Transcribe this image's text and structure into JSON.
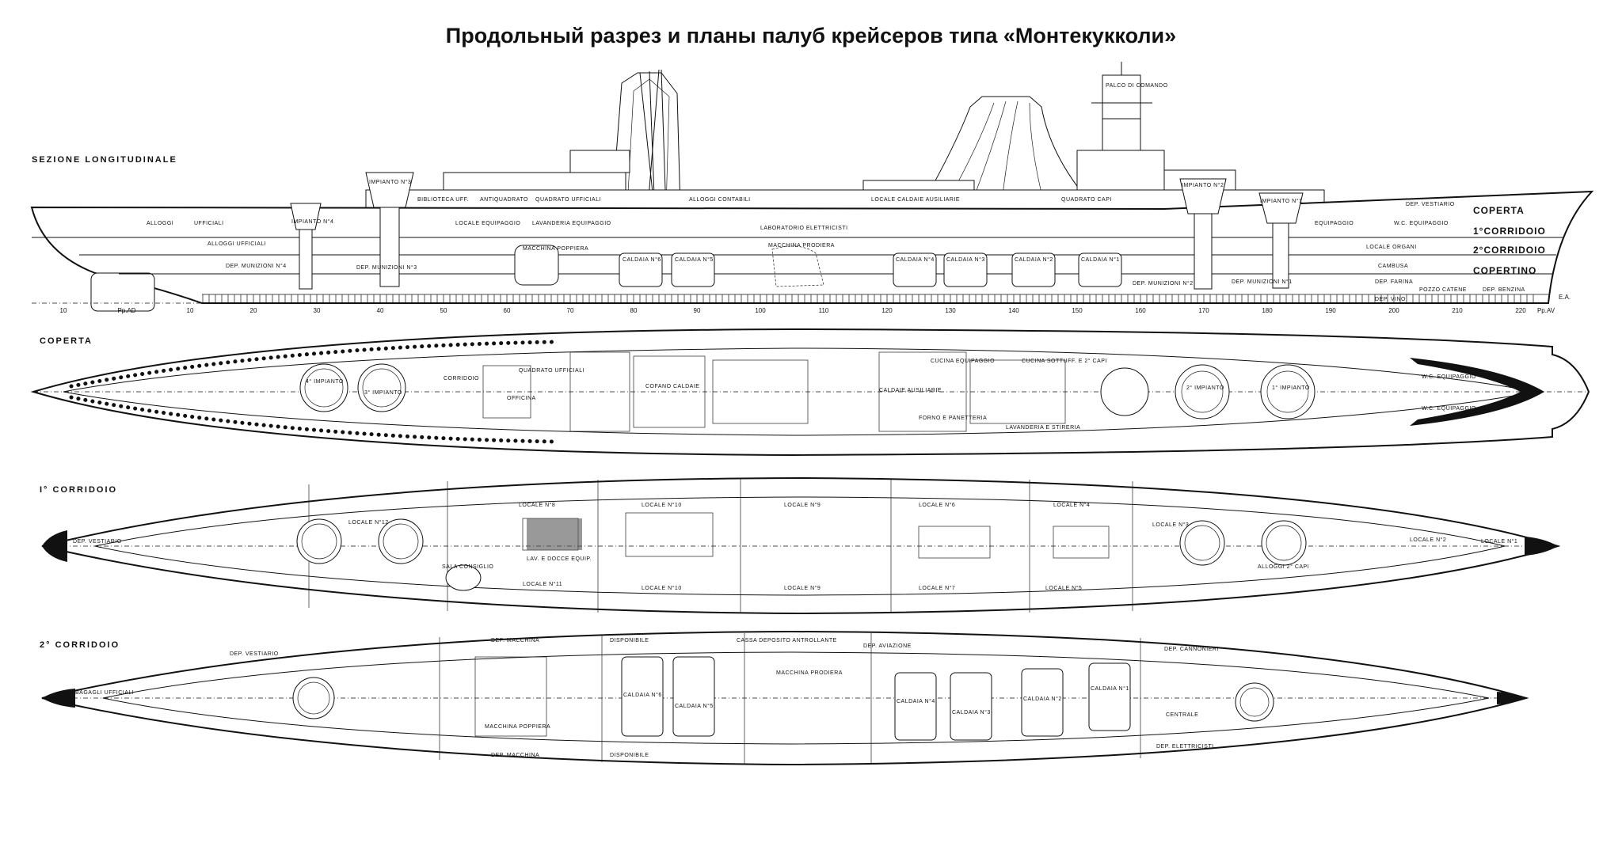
{
  "title": "Продольный разрез и планы палуб крейсеров типа «Монтекукколи»",
  "profile": {
    "label": "SEZIONE LONGITUDINALE",
    "decks": {
      "coperta": "COPERTA",
      "corr1": "1°CORRIDOIO",
      "corr2": "2°CORRIDOIO",
      "copertino": "COPERTINO"
    },
    "compartments": [
      "ALLOGGI",
      "UFFICIALI",
      "ALLOGGI UFFICIALI",
      "IMPIANTO N°4",
      "IMPIANTO N°3",
      "DEP. MUNIZIONI N°4",
      "DEP. MUNIZIONI N°3",
      "LOCALE EQUIPAGGIO",
      "BIBLIOTECA UFF.",
      "ANTIQUADRATO",
      "QUADRATO UFFICIALI",
      "LAVANDERIA EQUIPAGGIO",
      "MACCHINA POPPIERA",
      "CALDAIA N°6",
      "CALDAIA N°5",
      "ALLOGGI CONTABILI",
      "LABORATORIO ELETTRICISTI",
      "MACCHINA PRODIERA",
      "CALDAIA N°4",
      "CALDAIA N°3",
      "CALDAIA N°2",
      "CALDAIA N°1",
      "PALCO DI COMANDO",
      "IMPIANTO N°2",
      "IMPIANTO N°1",
      "DEP. MUNIZIONI N°2",
      "DEP. MUNIZIONI N°1",
      "EQUIPAGGIO",
      "W.C. EQUIPAGGIO",
      "DEP. VESTIARIO",
      "LOCALE ORGANI",
      "CAMBUSA",
      "DEP. FARINA",
      "DEP. VINO",
      "POZZO CATENE",
      "DEP. BENZINA",
      "QUADRATO CAPI",
      "LOCALE CALDAIE AUSILIARIE"
    ],
    "frame_ticks": [
      {
        "frame": -10,
        "label": "10"
      },
      {
        "frame": 0,
        "label": "Pp.AD"
      },
      {
        "frame": 10,
        "label": "10"
      },
      {
        "frame": 20,
        "label": "20"
      },
      {
        "frame": 30,
        "label": "30"
      },
      {
        "frame": 40,
        "label": "40"
      },
      {
        "frame": 50,
        "label": "50"
      },
      {
        "frame": 60,
        "label": "60"
      },
      {
        "frame": 70,
        "label": "70"
      },
      {
        "frame": 80,
        "label": "80"
      },
      {
        "frame": 90,
        "label": "90"
      },
      {
        "frame": 100,
        "label": "100"
      },
      {
        "frame": 110,
        "label": "110"
      },
      {
        "frame": 120,
        "label": "120"
      },
      {
        "frame": 130,
        "label": "130"
      },
      {
        "frame": 140,
        "label": "140"
      },
      {
        "frame": 150,
        "label": "150"
      },
      {
        "frame": 160,
        "label": "160"
      },
      {
        "frame": 170,
        "label": "170"
      },
      {
        "frame": 180,
        "label": "180"
      },
      {
        "frame": 190,
        "label": "190"
      },
      {
        "frame": 200,
        "label": "200"
      },
      {
        "frame": 210,
        "label": "210"
      },
      {
        "frame": 220,
        "label": "220"
      },
      {
        "frame": 224,
        "label": "Pp.AV"
      }
    ],
    "ea": "E.A."
  },
  "coperta": {
    "label": "COPERTA",
    "compartments": [
      "4° IMPIANTO",
      "3° IMPIANTO",
      "CORRIDOIO",
      "OFFICINA",
      "QUADRATO UFFICIALI",
      "COFANO CALDAIE",
      "CALDAIE AUSILIARIE",
      "CUCINA EQUIPAGGIO",
      "CUCINA SOTTUFF. E 2° CAPI",
      "FORNO E PANETTERIA",
      "LAVANDERIA E STIRERIA",
      "2° IMPIANTO",
      "1° IMPIANTO",
      "W.C. EQUIPAGGIO",
      "W.C. EQUIPAGGIO"
    ]
  },
  "corridoio1": {
    "label": "I° CORRIDOIO",
    "compartments": [
      "LOCALE N°12",
      "LOCALE N°11",
      "LOCALE N°10",
      "LOCALE N°10",
      "LOCALE N°9",
      "LOCALE N°9",
      "LOCALE N°8",
      "LOCALE N°7",
      "LOCALE N°6",
      "LOCALE N°5",
      "LOCALE N°4",
      "LOCALE N°3",
      "LOCALE N°2",
      "LOCALE N°1",
      "SALA CONSIGLIO",
      "LAV. E DOCCE EQUIP.",
      "ALLOGGI 2° CAPI",
      "DEP. VESTIARIO"
    ]
  },
  "corridoio2": {
    "label": "2° CORRIDOIO",
    "compartments": [
      "BAGAGLI UFFICIALI",
      "MACCHINA POPPIERA",
      "CALDAIA N°6",
      "CALDAIA N°5",
      "MACCHINA PRODIERA",
      "CALDAIA N°4",
      "CALDAIA N°3",
      "CALDAIA N°2",
      "CALDAIA N°1",
      "CENTRALE",
      "DEP. MACCHINA",
      "DEP. MACCHINA",
      "DISPONIBILE",
      "DISPONIBILE",
      "CASSA DEPOSITO ANTROLLANTE",
      "DEP. AVIAZIONE",
      "DEP. ELETTRICISTI",
      "DEP. CANNONIERI",
      "DEP. VESTIARIO"
    ]
  }
}
